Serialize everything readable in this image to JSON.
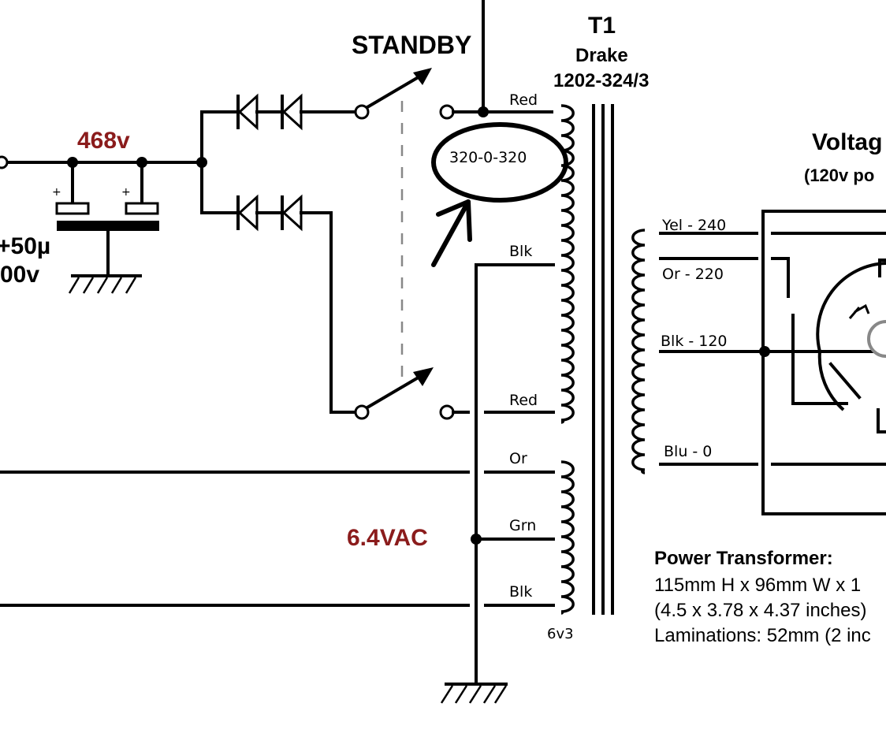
{
  "transformer": {
    "designator": "T1",
    "make": "Drake",
    "part_number": "1202-324/3"
  },
  "standby_label": "STANDBY",
  "voltage_label": "468v",
  "filter_caps": {
    "value": "+50µ",
    "voltage": "00v"
  },
  "heater_label": "6.4VAC",
  "secondary": {
    "annotation": "320-0-320",
    "leads": {
      "red_top": "Red",
      "blk_ct": "Blk",
      "red_bottom": "Red",
      "or": "Or",
      "grn": "Grn",
      "blk_heater": "Blk"
    },
    "heater_rating": "6v3"
  },
  "primary": {
    "leads": [
      "Yel - 240",
      "Or - 220",
      "Blk - 120",
      "Blu - 0"
    ]
  },
  "voltage_selector": {
    "title": "Voltag",
    "subtitle": "(120v po"
  },
  "notes": {
    "heading": "Power Transformer:",
    "lines": [
      "115mm H x 96mm W x 1",
      "(4.5 x 3.78 x 4.37 inches)",
      "Laminations: 52mm (2 inc"
    ]
  }
}
